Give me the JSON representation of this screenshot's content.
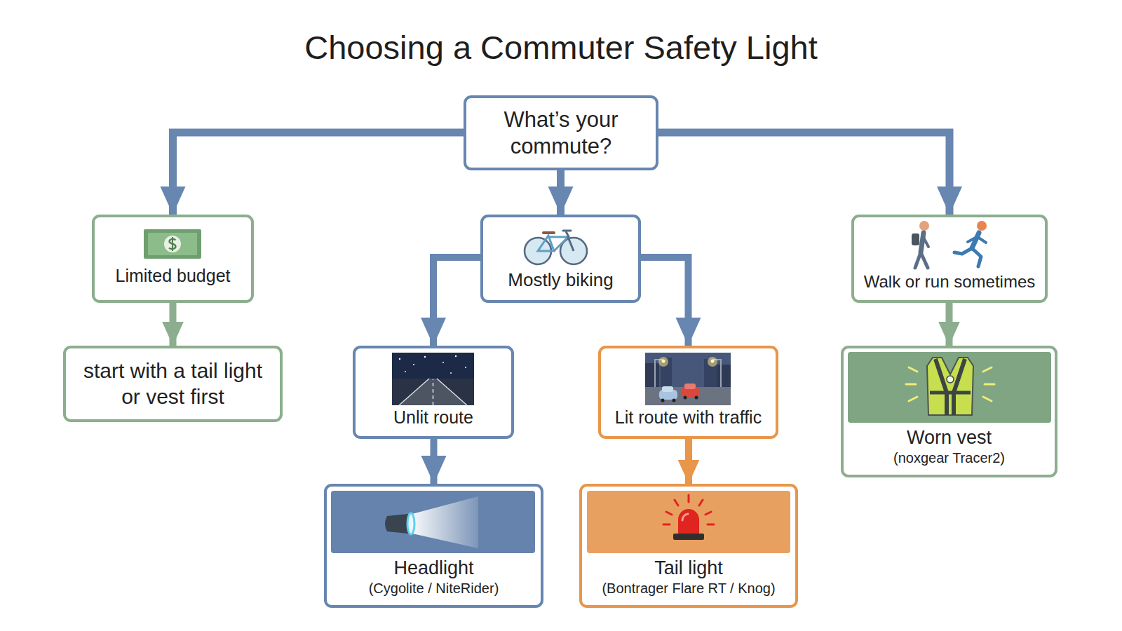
{
  "diagram": {
    "title": "Choosing a Commuter Safety Light",
    "nodes": [
      {
        "text": [
          "What’s your commute?"
        ]
      },
      {
        "text": [
          "Limited budget"
        ]
      },
      {
        "text": [
          "Mostly biking"
        ]
      },
      {
        "text": [
          "Walk or run sometimes"
        ]
      },
      {
        "text": [
          "start with a tail light or vest first"
        ]
      },
      {
        "text": [
          "Unlit route"
        ]
      },
      {
        "text": [
          "Lit route with traffic"
        ]
      },
      {
        "text": [
          "Worn vest",
          "(noxgear Tracer2)"
        ]
      },
      {
        "text": [
          "Headlight",
          "(Cygolite / NiteRider)"
        ]
      },
      {
        "text": [
          "Tail light",
          "(Bontrager Flare RT / Knog)"
        ]
      }
    ],
    "edges": [
      {
        "from": 0,
        "to": 1,
        "arrow": "to"
      },
      {
        "from": 0,
        "to": 2,
        "arrow": "to"
      },
      {
        "from": 0,
        "to": 3,
        "arrow": "to"
      },
      {
        "from": 1,
        "to": 4,
        "arrow": "to"
      },
      {
        "from": 2,
        "to": 5,
        "arrow": "to"
      },
      {
        "from": 2,
        "to": 6,
        "arrow": "to"
      },
      {
        "from": 3,
        "to": 7,
        "arrow": "to"
      },
      {
        "from": 5,
        "to": 8,
        "arrow": "to"
      },
      {
        "from": 6,
        "to": 9,
        "arrow": "to"
      }
    ]
  }
}
